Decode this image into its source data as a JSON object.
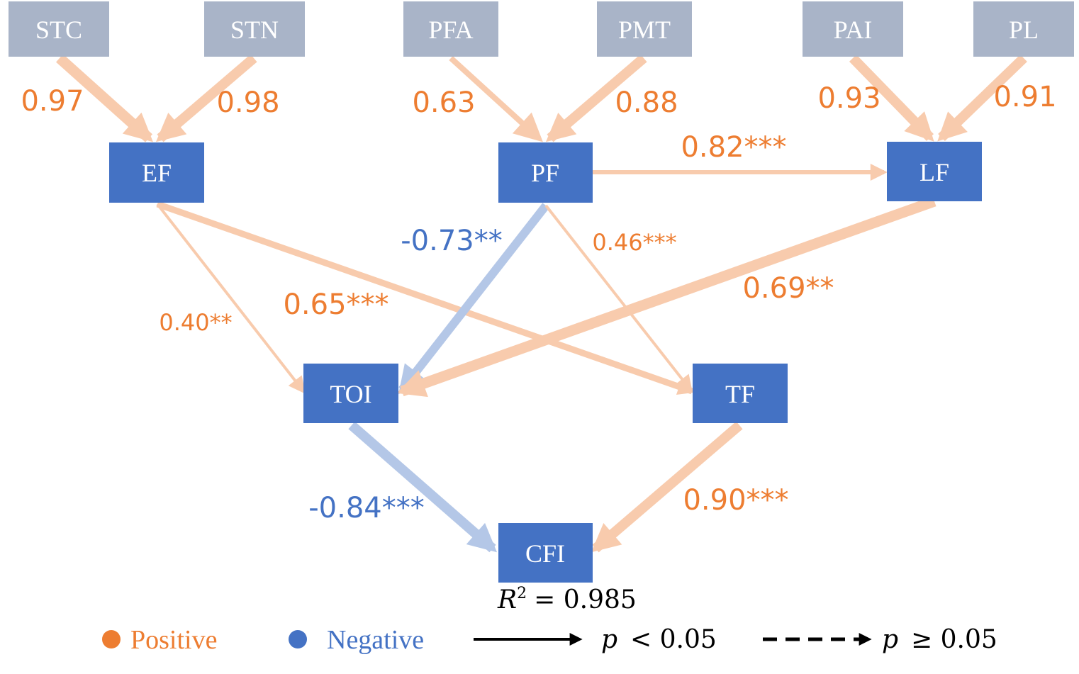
{
  "colors": {
    "indicator_fill": "#a9b4c8",
    "factor_fill": "#4472c4",
    "node_text": "#ffffff",
    "positive": "#ed7d31",
    "negative": "#4472c4",
    "positive_arrow": "#f8cbad",
    "negative_arrow": "#b4c7e7"
  },
  "indicators": [
    "STC",
    "STN",
    "PFA",
    "PMT",
    "PAI",
    "PL"
  ],
  "factors": [
    "EF",
    "PF",
    "LF",
    "TOI",
    "TF",
    "CFI"
  ],
  "paths": [
    {
      "from": "STC",
      "to": "EF",
      "label": "0.97",
      "sign": "positive"
    },
    {
      "from": "STN",
      "to": "EF",
      "label": "0.98",
      "sign": "positive"
    },
    {
      "from": "PFA",
      "to": "PF",
      "label": "0.63",
      "sign": "positive"
    },
    {
      "from": "PMT",
      "to": "PF",
      "label": "0.88",
      "sign": "positive"
    },
    {
      "from": "PAI",
      "to": "LF",
      "label": "0.93",
      "sign": "positive"
    },
    {
      "from": "PL",
      "to": "LF",
      "label": "0.91",
      "sign": "positive"
    },
    {
      "from": "PF",
      "to": "LF",
      "label": "0.82***",
      "sign": "positive"
    },
    {
      "from": "EF",
      "to": "TOI",
      "label": "0.40**",
      "sign": "positive"
    },
    {
      "from": "EF",
      "to": "TF",
      "label": "0.65***",
      "sign": "positive"
    },
    {
      "from": "PF",
      "to": "TOI",
      "label": "-0.73**",
      "sign": "negative"
    },
    {
      "from": "PF",
      "to": "TF",
      "label": "0.46***",
      "sign": "positive"
    },
    {
      "from": "LF",
      "to": "TOI",
      "label": "0.69**",
      "sign": "positive"
    },
    {
      "from": "TOI",
      "to": "CFI",
      "label": "-0.84***",
      "sign": "negative"
    },
    {
      "from": "TF",
      "to": "CFI",
      "label": "0.90***",
      "sign": "positive"
    }
  ],
  "r2": {
    "symbol": "R",
    "exponent": "2",
    "value": "= 0.985"
  },
  "legend": {
    "positive_label": "Positive",
    "negative_label": "Negative",
    "solid_p": "p",
    "solid_condition": "< 0.05",
    "dashed_p": "p",
    "dashed_condition": "≥ 0.05"
  }
}
